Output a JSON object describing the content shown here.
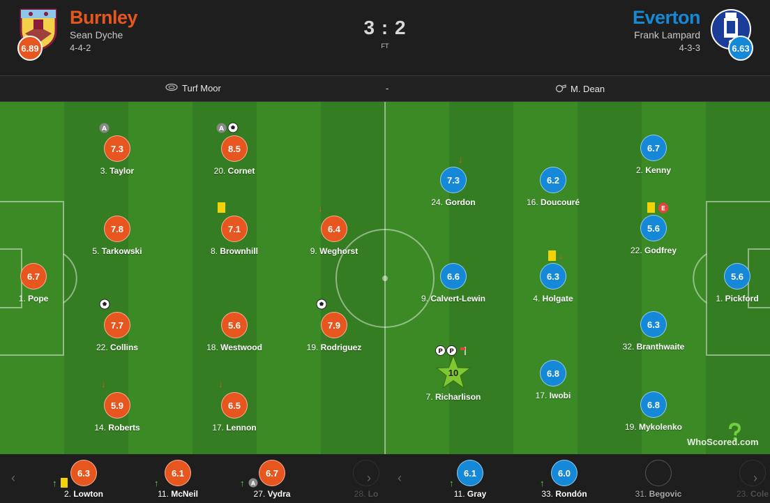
{
  "colors": {
    "home": "#e8561f",
    "away": "#1589d8",
    "pitch_light": "#3b8a26",
    "pitch_dark": "#347d22"
  },
  "home": {
    "name": "Burnley",
    "manager": "Sean Dyche",
    "formation": "4-4-2",
    "rating": "6.89"
  },
  "away": {
    "name": "Everton",
    "manager": "Frank Lampard",
    "formation": "4-3-3",
    "rating": "6.63"
  },
  "match": {
    "score": "3 : 2",
    "status": "FT",
    "venue": "Turf Moor",
    "separator": "-",
    "referee": "M. Dean"
  },
  "home_players": [
    {
      "num": "1.",
      "name": "Pope",
      "rating": "6.7"
    },
    {
      "num": "3.",
      "name": "Taylor",
      "rating": "7.3"
    },
    {
      "num": "5.",
      "name": "Tarkowski",
      "rating": "7.8"
    },
    {
      "num": "22.",
      "name": "Collins",
      "rating": "7.7"
    },
    {
      "num": "14.",
      "name": "Roberts",
      "rating": "5.9"
    },
    {
      "num": "20.",
      "name": "Cornet",
      "rating": "8.5"
    },
    {
      "num": "8.",
      "name": "Brownhill",
      "rating": "7.1"
    },
    {
      "num": "18.",
      "name": "Westwood",
      "rating": "5.6"
    },
    {
      "num": "17.",
      "name": "Lennon",
      "rating": "6.5"
    },
    {
      "num": "9.",
      "name": "Weghorst",
      "rating": "6.4"
    },
    {
      "num": "19.",
      "name": "Rodriguez",
      "rating": "7.9"
    }
  ],
  "away_players": [
    {
      "num": "24.",
      "name": "Gordon",
      "rating": "7.3"
    },
    {
      "num": "9.",
      "name": "Calvert-Lewin",
      "rating": "6.6"
    },
    {
      "num": "7.",
      "name": "Richarlison",
      "rating": "10"
    },
    {
      "num": "16.",
      "name": "Doucouré",
      "rating": "6.2"
    },
    {
      "num": "4.",
      "name": "Holgate",
      "rating": "6.3"
    },
    {
      "num": "17.",
      "name": "Iwobi",
      "rating": "6.8"
    },
    {
      "num": "2.",
      "name": "Kenny",
      "rating": "6.7"
    },
    {
      "num": "22.",
      "name": "Godfrey",
      "rating": "5.6"
    },
    {
      "num": "32.",
      "name": "Branthwaite",
      "rating": "6.3"
    },
    {
      "num": "19.",
      "name": "Mykolenko",
      "rating": "6.8"
    },
    {
      "num": "1.",
      "name": "Pickford",
      "rating": "5.6"
    }
  ],
  "home_subs": [
    {
      "num": "2.",
      "name": "Lowton",
      "rating": "6.3"
    },
    {
      "num": "11.",
      "name": "McNeil",
      "rating": "6.1"
    },
    {
      "num": "27.",
      "name": "Vydra",
      "rating": "6.7"
    },
    {
      "num": "28.",
      "name": "Lo",
      "rating": ""
    }
  ],
  "away_subs": [
    {
      "num": "11.",
      "name": "Gray",
      "rating": "6.1"
    },
    {
      "num": "33.",
      "name": "Rondón",
      "rating": "6.0"
    },
    {
      "num": "31.",
      "name": "Begovic",
      "rating": ""
    },
    {
      "num": "23.",
      "name": "Cole",
      "rating": ""
    }
  ],
  "icons": {
    "assist_letter": "A",
    "penalty_letter": "P",
    "error_letter": "E"
  },
  "watermark": "WhoScored.com"
}
